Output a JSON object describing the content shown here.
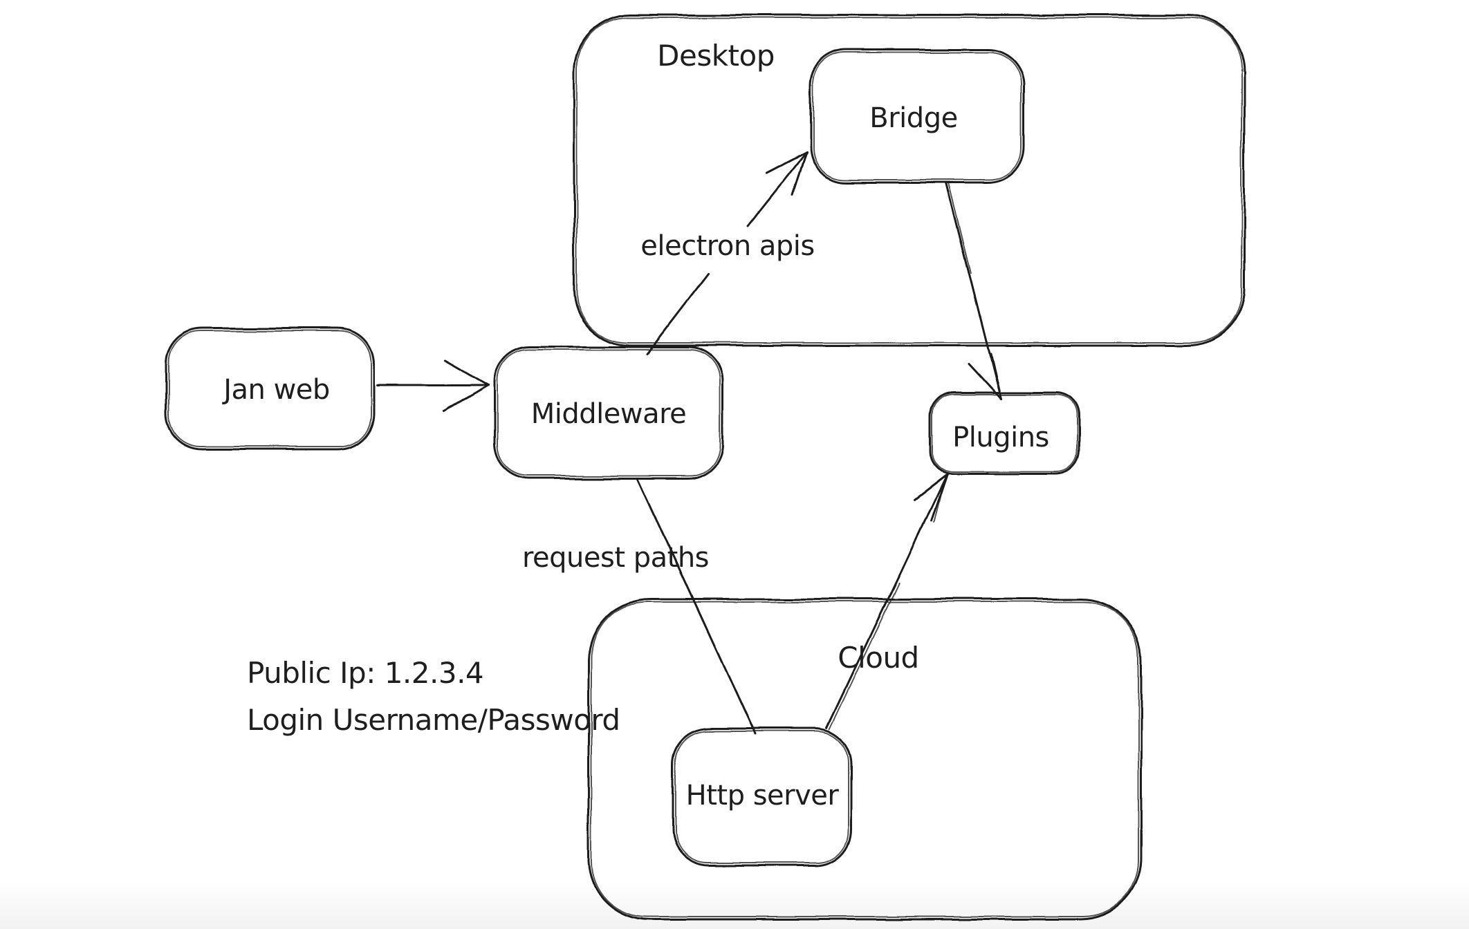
{
  "canvas": {
    "background": "#ffffff",
    "stroke_color": "#1e1e1e"
  },
  "diagram": {
    "containers": [
      {
        "id": "desktop",
        "label": "Desktop"
      },
      {
        "id": "cloud",
        "label": "Cloud"
      }
    ],
    "nodes": [
      {
        "id": "jan-web",
        "label": "Jan web"
      },
      {
        "id": "middleware",
        "label": "Middleware"
      },
      {
        "id": "bridge",
        "label": "Bridge"
      },
      {
        "id": "plugins",
        "label": "Plugins"
      },
      {
        "id": "http-server",
        "label": "Http server"
      }
    ],
    "edges": [
      {
        "from": "jan-web",
        "to": "middleware",
        "label": ""
      },
      {
        "from": "middleware",
        "to": "bridge",
        "label": "electron apis"
      },
      {
        "from": "bridge",
        "to": "plugins",
        "label": ""
      },
      {
        "from": "middleware",
        "to": "http-server",
        "label": "request paths"
      },
      {
        "from": "http-server",
        "to": "plugins",
        "label": ""
      }
    ],
    "annotation": {
      "line1": "Public Ip: 1.2.3.4",
      "line2": "Login Username/Password"
    }
  }
}
